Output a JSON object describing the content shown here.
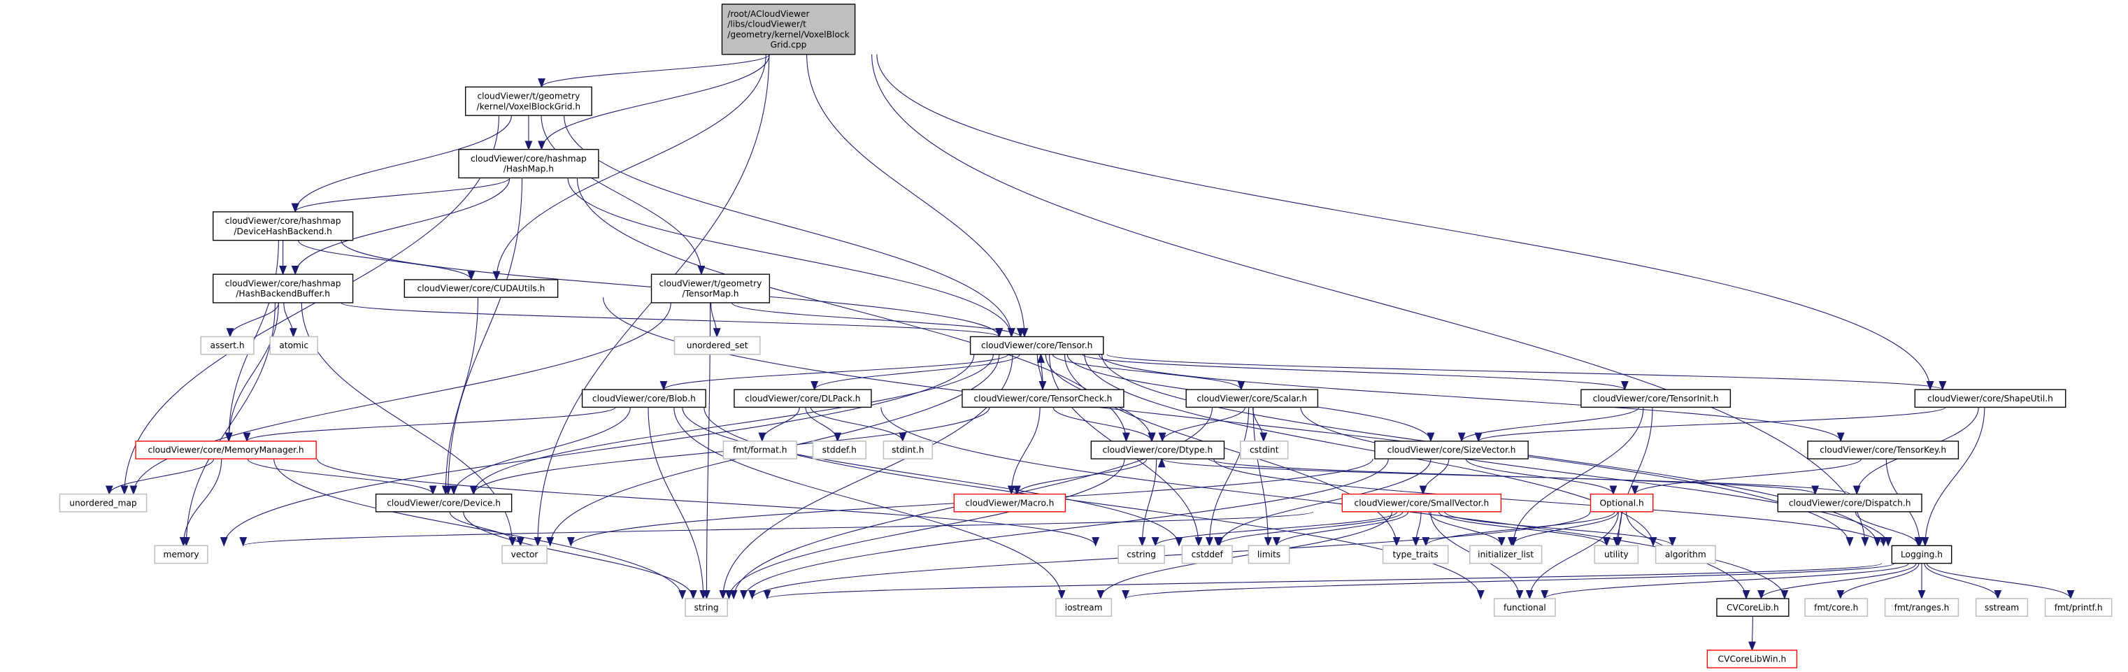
{
  "graph": {
    "colors": {
      "edge": "#191970",
      "root_fill": "#bfbfbf",
      "border_documented": "#000000",
      "border_undocumented": "#bfbfbf",
      "border_truncated": "#ff0000"
    },
    "nodes": [
      {
        "id": "root",
        "lines": [
          "/root/ACloudViewer",
          "/libs/cloudViewer/t",
          "/geometry/kernel/VoxelBlock",
          "Grid.cpp"
        ],
        "style": "root"
      },
      {
        "id": "vbg_h",
        "lines": [
          "cloudViewer/t/geometry",
          "/kernel/VoxelBlockGrid.h"
        ],
        "style": "documented"
      },
      {
        "id": "hashmap",
        "lines": [
          "cloudViewer/core/hashmap",
          "/HashMap.h"
        ],
        "style": "documented"
      },
      {
        "id": "devhash",
        "lines": [
          "cloudViewer/core/hashmap",
          "/DeviceHashBackend.h"
        ],
        "style": "documented"
      },
      {
        "id": "hashbuf",
        "lines": [
          "cloudViewer/core/hashmap",
          "/HashBackendBuffer.h"
        ],
        "style": "documented"
      },
      {
        "id": "cudautils",
        "lines": [
          "cloudViewer/core/CUDAUtils.h"
        ],
        "style": "documented"
      },
      {
        "id": "tensormap",
        "lines": [
          "cloudViewer/t/geometry",
          "/TensorMap.h"
        ],
        "style": "documented"
      },
      {
        "id": "assert",
        "lines": [
          "assert.h"
        ],
        "style": "undocumented"
      },
      {
        "id": "atomic",
        "lines": [
          "atomic"
        ],
        "style": "undocumented"
      },
      {
        "id": "unordered_set",
        "lines": [
          "unordered_set"
        ],
        "style": "undocumented"
      },
      {
        "id": "tensor",
        "lines": [
          "cloudViewer/core/Tensor.h"
        ],
        "style": "documented"
      },
      {
        "id": "blob",
        "lines": [
          "cloudViewer/core/Blob.h"
        ],
        "style": "documented"
      },
      {
        "id": "dlpack",
        "lines": [
          "cloudViewer/core/DLPack.h"
        ],
        "style": "documented"
      },
      {
        "id": "tensorcheck",
        "lines": [
          "cloudViewer/core/TensorCheck.h"
        ],
        "style": "documented"
      },
      {
        "id": "scalar",
        "lines": [
          "cloudViewer/core/Scalar.h"
        ],
        "style": "documented"
      },
      {
        "id": "tensorinit",
        "lines": [
          "cloudViewer/core/TensorInit.h"
        ],
        "style": "documented"
      },
      {
        "id": "shapeutil",
        "lines": [
          "cloudViewer/core/ShapeUtil.h"
        ],
        "style": "documented"
      },
      {
        "id": "memorymanager",
        "lines": [
          "cloudViewer/core/MemoryManager.h"
        ],
        "style": "truncated"
      },
      {
        "id": "fmt_format",
        "lines": [
          "fmt/format.h"
        ],
        "style": "undocumented"
      },
      {
        "id": "stddef",
        "lines": [
          "stddef.h"
        ],
        "style": "undocumented"
      },
      {
        "id": "stdint",
        "lines": [
          "stdint.h"
        ],
        "style": "undocumented"
      },
      {
        "id": "dtype",
        "lines": [
          "cloudViewer/core/Dtype.h"
        ],
        "style": "documented"
      },
      {
        "id": "cstdint",
        "lines": [
          "cstdint"
        ],
        "style": "undocumented"
      },
      {
        "id": "sizevector",
        "lines": [
          "cloudViewer/core/SizeVector.h"
        ],
        "style": "documented"
      },
      {
        "id": "tensorkey",
        "lines": [
          "cloudViewer/core/TensorKey.h"
        ],
        "style": "documented"
      },
      {
        "id": "unordered_map",
        "lines": [
          "unordered_map"
        ],
        "style": "undocumented"
      },
      {
        "id": "device",
        "lines": [
          "cloudViewer/core/Device.h"
        ],
        "style": "documented"
      },
      {
        "id": "macro",
        "lines": [
          "cloudViewer/Macro.h"
        ],
        "style": "truncated"
      },
      {
        "id": "smallvector",
        "lines": [
          "cloudViewer/core/SmallVector.h"
        ],
        "style": "truncated"
      },
      {
        "id": "optional",
        "lines": [
          "Optional.h"
        ],
        "style": "truncated"
      },
      {
        "id": "dispatch",
        "lines": [
          "cloudViewer/core/Dispatch.h"
        ],
        "style": "documented"
      },
      {
        "id": "memory",
        "lines": [
          "memory"
        ],
        "style": "undocumented"
      },
      {
        "id": "vector",
        "lines": [
          "vector"
        ],
        "style": "undocumented"
      },
      {
        "id": "cstring",
        "lines": [
          "cstring"
        ],
        "style": "undocumented"
      },
      {
        "id": "cstddef",
        "lines": [
          "cstddef"
        ],
        "style": "undocumented"
      },
      {
        "id": "limits",
        "lines": [
          "limits"
        ],
        "style": "undocumented"
      },
      {
        "id": "type_traits",
        "lines": [
          "type_traits"
        ],
        "style": "undocumented"
      },
      {
        "id": "initializer_list",
        "lines": [
          "initializer_list"
        ],
        "style": "undocumented"
      },
      {
        "id": "utility",
        "lines": [
          "utility"
        ],
        "style": "undocumented"
      },
      {
        "id": "algorithm",
        "lines": [
          "algorithm"
        ],
        "style": "undocumented"
      },
      {
        "id": "logging",
        "lines": [
          "Logging.h"
        ],
        "style": "documented"
      },
      {
        "id": "string",
        "lines": [
          "string"
        ],
        "style": "undocumented"
      },
      {
        "id": "iostream",
        "lines": [
          "iostream"
        ],
        "style": "undocumented"
      },
      {
        "id": "functional",
        "lines": [
          "functional"
        ],
        "style": "undocumented"
      },
      {
        "id": "cvcorelib",
        "lines": [
          "CVCoreLib.h"
        ],
        "style": "documented"
      },
      {
        "id": "fmt_core",
        "lines": [
          "fmt/core.h"
        ],
        "style": "undocumented"
      },
      {
        "id": "fmt_ranges",
        "lines": [
          "fmt/ranges.h"
        ],
        "style": "undocumented"
      },
      {
        "id": "sstream",
        "lines": [
          "sstream"
        ],
        "style": "undocumented"
      },
      {
        "id": "fmt_printf",
        "lines": [
          "fmt/printf.h"
        ],
        "style": "undocumented"
      },
      {
        "id": "cvcorelibwin",
        "lines": [
          "CVCoreLibWin.h"
        ],
        "style": "truncated"
      }
    ],
    "edges": [
      [
        "root",
        "vbg_h"
      ],
      [
        "root",
        "hashmap"
      ],
      [
        "root",
        "cudautils"
      ],
      [
        "root",
        "tensor"
      ],
      [
        "root",
        "vector"
      ],
      [
        "root",
        "shapeutil"
      ],
      [
        "root",
        "logging"
      ],
      [
        "vbg_h",
        "hashmap"
      ],
      [
        "vbg_h",
        "devhash"
      ],
      [
        "vbg_h",
        "tensormap"
      ],
      [
        "vbg_h",
        "tensor"
      ],
      [
        "vbg_h",
        "unordered_map"
      ],
      [
        "hashmap",
        "devhash"
      ],
      [
        "hashmap",
        "hashbuf"
      ],
      [
        "hashmap",
        "device"
      ],
      [
        "hashmap",
        "tensor"
      ],
      [
        "hashmap",
        "dtype"
      ],
      [
        "devhash",
        "hashbuf"
      ],
      [
        "devhash",
        "cudautils"
      ],
      [
        "devhash",
        "memorymanager"
      ],
      [
        "devhash",
        "tensor"
      ],
      [
        "hashbuf",
        "assert"
      ],
      [
        "hashbuf",
        "atomic"
      ],
      [
        "hashbuf",
        "memorymanager"
      ],
      [
        "hashbuf",
        "memory"
      ],
      [
        "hashbuf",
        "vector"
      ],
      [
        "hashbuf",
        "tensor"
      ],
      [
        "cudautils",
        "device"
      ],
      [
        "cudautils",
        "logging"
      ],
      [
        "tensormap",
        "unordered_set"
      ],
      [
        "tensormap",
        "tensor"
      ],
      [
        "tensormap",
        "string"
      ],
      [
        "tensormap",
        "unordered_map"
      ],
      [
        "tensor",
        "blob"
      ],
      [
        "tensor",
        "dlpack"
      ],
      [
        "tensor",
        "tensorcheck"
      ],
      [
        "tensor",
        "scalar"
      ],
      [
        "tensor",
        "dtype"
      ],
      [
        "tensor",
        "device"
      ],
      [
        "tensor",
        "sizevector"
      ],
      [
        "tensor",
        "tensorinit"
      ],
      [
        "tensor",
        "shapeutil"
      ],
      [
        "tensor",
        "tensorkey"
      ],
      [
        "tensor",
        "memory"
      ],
      [
        "tensor",
        "string"
      ],
      [
        "tensor",
        "vector"
      ],
      [
        "tensor",
        "cstddef"
      ],
      [
        "tensor",
        "type_traits"
      ],
      [
        "tensor",
        "algorithm"
      ],
      [
        "tensor",
        "logging"
      ],
      [
        "tensorcheck",
        "tensor"
      ],
      [
        "tensorcheck",
        "dtype"
      ],
      [
        "tensorcheck",
        "macro"
      ],
      [
        "tensorcheck",
        "device"
      ],
      [
        "blob",
        "memorymanager"
      ],
      [
        "blob",
        "device"
      ],
      [
        "blob",
        "string"
      ],
      [
        "blob",
        "iostream"
      ],
      [
        "blob",
        "functional"
      ],
      [
        "blob",
        "cstddef"
      ],
      [
        "dlpack",
        "fmt_format"
      ],
      [
        "dlpack",
        "stddef"
      ],
      [
        "dlpack",
        "stdint"
      ],
      [
        "dlpack",
        "fmt_core"
      ],
      [
        "scalar",
        "dtype"
      ],
      [
        "scalar",
        "cstdint"
      ],
      [
        "scalar",
        "limits"
      ],
      [
        "scalar",
        "string"
      ],
      [
        "scalar",
        "cstddef"
      ],
      [
        "scalar",
        "logging"
      ],
      [
        "memorymanager",
        "unordered_map"
      ],
      [
        "memorymanager",
        "memory"
      ],
      [
        "memorymanager",
        "device"
      ],
      [
        "memorymanager",
        "string"
      ],
      [
        "memorymanager",
        "cstring"
      ],
      [
        "device",
        "vector"
      ],
      [
        "device",
        "string"
      ],
      [
        "dtype",
        "macro"
      ],
      [
        "dtype",
        "cstring"
      ],
      [
        "dtype",
        "string"
      ],
      [
        "dtype",
        "dispatch"
      ],
      [
        "dtype",
        "logging"
      ],
      [
        "sizevector",
        "smallvector"
      ],
      [
        "sizevector",
        "optional"
      ],
      [
        "sizevector",
        "vector"
      ],
      [
        "sizevector",
        "cstddef"
      ],
      [
        "sizevector",
        "string"
      ],
      [
        "smallvector",
        "memory"
      ],
      [
        "smallvector",
        "cstring"
      ],
      [
        "smallvector",
        "cstddef"
      ],
      [
        "smallvector",
        "limits"
      ],
      [
        "smallvector",
        "type_traits"
      ],
      [
        "smallvector",
        "initializer_list"
      ],
      [
        "smallvector",
        "utility"
      ],
      [
        "smallvector",
        "algorithm"
      ],
      [
        "smallvector",
        "functional"
      ],
      [
        "smallvector",
        "iostream"
      ],
      [
        "optional",
        "type_traits"
      ],
      [
        "optional",
        "initializer_list"
      ],
      [
        "optional",
        "utility"
      ],
      [
        "optional",
        "functional"
      ],
      [
        "optional",
        "string"
      ],
      [
        "optional",
        "cvcorelib"
      ],
      [
        "tensorinit",
        "sizevector"
      ],
      [
        "tensorinit",
        "initializer_list"
      ],
      [
        "tensorinit",
        "utility"
      ],
      [
        "shapeutil",
        "sizevector"
      ],
      [
        "shapeutil",
        "dispatch"
      ],
      [
        "shapeutil",
        "logging"
      ],
      [
        "tensorkey",
        "optional"
      ],
      [
        "tensorkey",
        "logging"
      ],
      [
        "dispatch",
        "dtype"
      ],
      [
        "dispatch",
        "logging"
      ],
      [
        "logging",
        "string"
      ],
      [
        "logging",
        "functional"
      ],
      [
        "logging",
        "iostream"
      ],
      [
        "logging",
        "cvcorelib"
      ],
      [
        "logging",
        "fmt_core"
      ],
      [
        "logging",
        "fmt_ranges"
      ],
      [
        "logging",
        "sstream"
      ],
      [
        "logging",
        "fmt_printf"
      ],
      [
        "cvcorelib",
        "cvcorelibwin"
      ]
    ]
  }
}
